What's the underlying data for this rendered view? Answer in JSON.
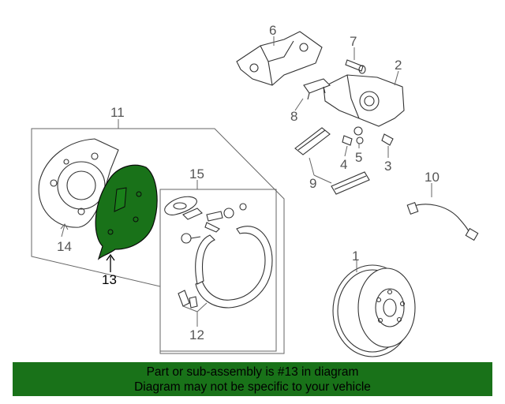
{
  "diagram": {
    "callouts": {
      "c1": "1",
      "c2": "2",
      "c3": "3",
      "c4": "4",
      "c5": "5",
      "c6": "6",
      "c7": "7",
      "c8": "8",
      "c9": "9",
      "c10": "10",
      "c11": "11",
      "c12": "12",
      "c13": "13",
      "c14": "14",
      "c15": "15"
    },
    "highlight_color": "#197219",
    "highlighted_part": "13"
  },
  "footer": {
    "line1": "Part or sub-assembly is #13 in diagram",
    "line2": "Diagram may not be specific to your vehicle",
    "background": "#197219"
  }
}
